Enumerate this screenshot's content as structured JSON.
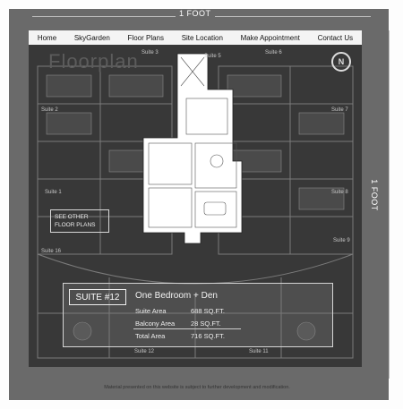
{
  "ruler": {
    "top_label": "1 FOOT",
    "side_label": "1 FOOT"
  },
  "nav": {
    "items": [
      "Home",
      "SkyGarden",
      "Floor Plans",
      "Site Location",
      "Make Appointment",
      "Contact Us"
    ]
  },
  "plan": {
    "title": "Floorplan",
    "compass": "N",
    "see_other": "SEE OTHER FLOOR PLANS",
    "suite_labels": [
      "Suite 3",
      "Suite 5",
      "Suite 6",
      "Suite 2",
      "Suite 7",
      "Suite 1",
      "Suite 8",
      "Suite 16",
      "Suite 9",
      "Suite 12",
      "Suite 11"
    ]
  },
  "suite": {
    "badge": "SUITE #12",
    "type": "One Bedroom + Den",
    "suite_area_label": "Suite Area",
    "suite_area_value": "688 SQ.FT.",
    "balcony_area_label": "Balcony Area",
    "balcony_area_value": "28 SQ.FT.",
    "total_area_label": "Total Area",
    "total_area_value": "716 SQ.FT."
  },
  "footer": {
    "note": "Material presented on this website is subject to further development and modification."
  },
  "colors": {
    "frame": "#6a6a6a",
    "plan_bg": "#383838",
    "highlight": "#ffffff"
  }
}
